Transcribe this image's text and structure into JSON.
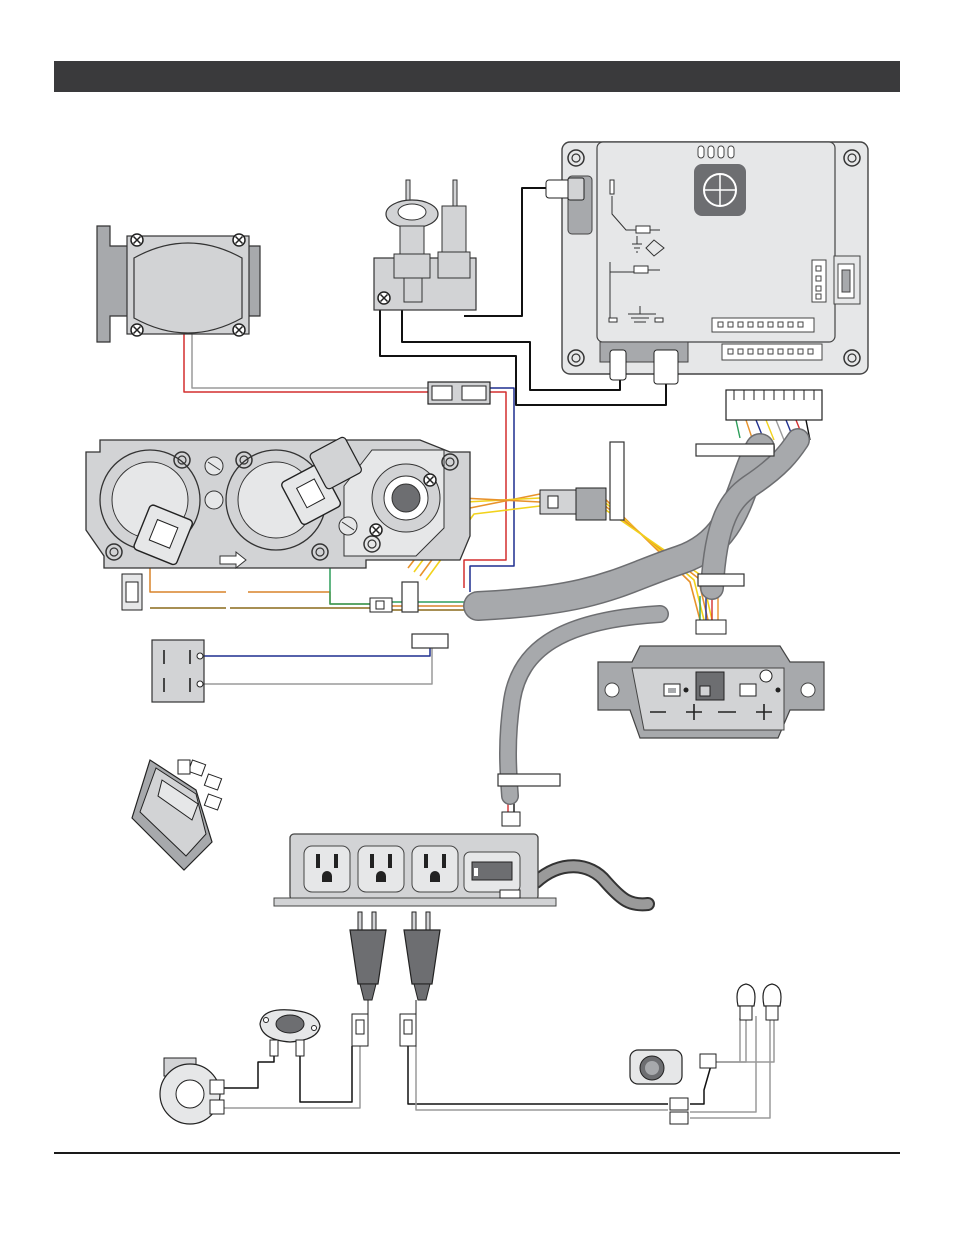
{
  "header": {
    "title": ""
  },
  "diagram": {
    "components": [
      {
        "id": "exhaust-damper",
        "icon": "damper-icon"
      },
      {
        "id": "pilot-assembly",
        "icon": "pilot-icon"
      },
      {
        "id": "control-module",
        "icon": "module-board-icon"
      },
      {
        "id": "gas-valve",
        "icon": "gas-valve-icon"
      },
      {
        "id": "wall-switch",
        "icon": "switch-icon"
      },
      {
        "id": "rocker-switch",
        "icon": "rocker-switch-icon"
      },
      {
        "id": "battery-pack",
        "icon": "battery-holder-icon"
      },
      {
        "id": "receptacle-box",
        "icon": "outlet-strip-icon"
      },
      {
        "id": "plug-left",
        "icon": "plug-icon"
      },
      {
        "id": "plug-right",
        "icon": "plug-icon"
      },
      {
        "id": "thermodisc",
        "icon": "thermodisc-icon"
      },
      {
        "id": "blower",
        "icon": "blower-icon"
      },
      {
        "id": "light-switch",
        "icon": "knob-icon"
      },
      {
        "id": "light-bulb-1",
        "icon": "bulb-icon"
      },
      {
        "id": "light-bulb-2",
        "icon": "bulb-icon"
      }
    ],
    "colors": {
      "header": "#3a3a3c",
      "component_fill": "#d2d3d5",
      "component_dark": "#a7a9ac",
      "harness": "#a7a9ac",
      "wire_red": "#d32f2f",
      "wire_blue": "#1f2f8f",
      "wire_orange": "#e8922a",
      "wire_yellow": "#f2d21c",
      "wire_green": "#2e9e5b",
      "wire_brown": "#8a6a1a",
      "wire_black": "#111111",
      "wire_gray": "#9a9a9a"
    }
  },
  "footer": {
    "text": ""
  }
}
